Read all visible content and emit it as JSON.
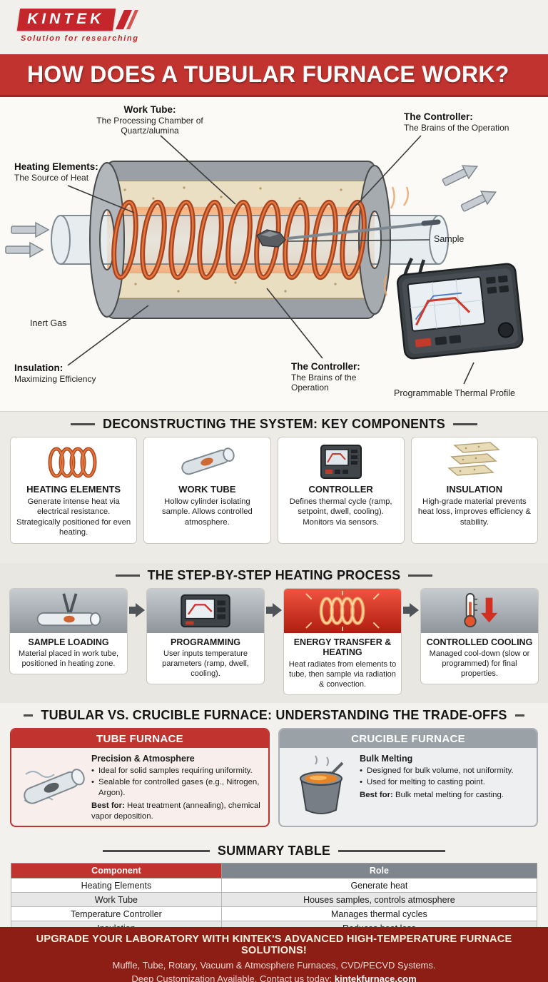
{
  "header": {
    "brand": "KINTEK",
    "tagline": "Solution for researching"
  },
  "banner": {
    "title": "HOW DOES A TUBULAR FURNACE WORK?"
  },
  "diagram": {
    "labels": {
      "work_tube": {
        "title": "Work Tube:",
        "sub": "The Processing Chamber of Quartz/alumina"
      },
      "controller_top": {
        "title": "The Controller:",
        "sub": "The Brains of the Operation"
      },
      "heating_elements": {
        "title": "Heating Elements:",
        "sub": "The Source of Heat"
      },
      "sample": "Sample",
      "inert_gas": "Inert Gas",
      "insulation": {
        "title": "Insulation:",
        "sub": "Maximizing Efficiency"
      },
      "controller_bottom": {
        "title": "The Controller:",
        "sub": "The Brains of the Operation"
      },
      "thermal_profile": "Programmable Thermal Profile"
    }
  },
  "components_section": {
    "title": "DECONSTRUCTING THE SYSTEM: KEY COMPONENTS",
    "cards": [
      {
        "name": "HEATING ELEMENTS",
        "desc": "Generate intense heat via electrical resistance. Strategically positioned for even heating.",
        "icon": "heating-coil-icon"
      },
      {
        "name": "WORK TUBE",
        "desc": "Hollow cylinder isolating sample. Allows controlled atmosphere.",
        "icon": "work-tube-icon"
      },
      {
        "name": "CONTROLLER",
        "desc": "Defines thermal cycle (ramp, setpoint, dwell, cooling). Monitors via sensors.",
        "icon": "controller-icon"
      },
      {
        "name": "INSULATION",
        "desc": "High-grade material prevents heat loss, improves efficiency & stability.",
        "icon": "insulation-layers-icon"
      }
    ]
  },
  "process_section": {
    "title": "THE STEP-BY-STEP HEATING PROCESS",
    "steps": [
      {
        "name": "SAMPLE LOADING",
        "desc": "Material placed in work tube, positioned in heating zone.",
        "icon": "hand-loading-icon"
      },
      {
        "name": "PROGRAMMING",
        "desc": "User inputs temperature parameters (ramp, dwell, cooling).",
        "icon": "controller-screen-icon"
      },
      {
        "name": "ENERGY TRANSFER & HEATING",
        "desc": "Heat radiates from elements to tube, then sample via radiation & convection.",
        "icon": "glowing-coil-icon"
      },
      {
        "name": "CONTROLLED COOLING",
        "desc": "Managed cool-down (slow or programmed) for final properties.",
        "icon": "thermometer-cooling-icon"
      }
    ]
  },
  "comparison_section": {
    "title": "TUBULAR VS. CRUCIBLE FURNACE: UNDERSTANDING THE TRADE-OFFS",
    "panels": [
      {
        "header": "TUBE FURNACE",
        "subtitle": "Precision & Atmosphere",
        "bullets": [
          "Ideal for solid samples requiring uniformity.",
          "Sealable for controlled gases (e.g., Nitrogen, Argon)."
        ],
        "best_label": "Best for:",
        "best_text": " Heat treatment (annealing), chemical vapor deposition.",
        "icon": "tube-furnace-illustration"
      },
      {
        "header": "CRUCIBLE FURNACE",
        "subtitle": "Bulk Melting",
        "bullets": [
          "Designed for bulk volume, not uniformity.",
          "Used for melting to casting point."
        ],
        "best_label": "Best for:",
        "best_text": " Bulk metal melting for casting.",
        "icon": "crucible-illustration"
      }
    ]
  },
  "summary_table": {
    "title": "SUMMARY TABLE",
    "headers": [
      "Component",
      "Role"
    ],
    "rows": [
      [
        "Heating Elements",
        "Generate heat"
      ],
      [
        "Work Tube",
        "Houses samples, controls atmosphere"
      ],
      [
        "Temperature Controller",
        "Manages thermal cycles"
      ],
      [
        "Insulation",
        "Reduces heat loss"
      ]
    ]
  },
  "footer": {
    "line1": "UPGRADE YOUR LABORATORY WITH KINTEK'S ADVANCED HIGH-TEMPERATURE FURNACE SOLUTIONS!",
    "line2": "Muffle, Tube, Rotary, Vacuum & Atmosphere Furnaces, CVD/PECVD Systems.",
    "line3_prefix": "Deep Customization Available. Contact us today: ",
    "link": "kintekfurnace.com"
  },
  "colors": {
    "accent_red": "#c0332f",
    "footer_red": "#8c1e15",
    "coil_orange": "#d4622f",
    "gray_header": "#9aa1a7",
    "insulation_beige": "#ead f_placeholder"
  }
}
